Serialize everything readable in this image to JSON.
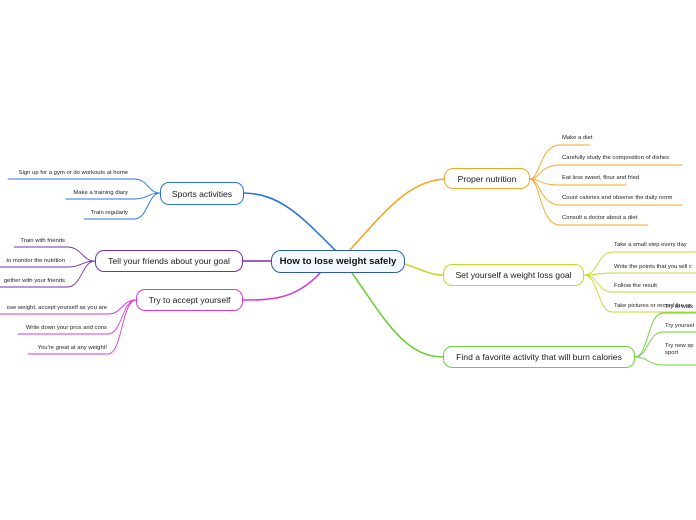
{
  "central": {
    "label": "How to lose weight safely"
  },
  "branches": [
    {
      "label": "Proper nutrition",
      "color": "#f5a623",
      "side": "right",
      "items": [
        "Make a diet",
        "Carefully study the composition of dishes",
        "Eat less sweet, flour and fried",
        "Count calories and observe the daily norm",
        "Consult a doctor about a diet"
      ]
    },
    {
      "label": "Set yourself a weight loss goal",
      "color": "#c8d82a",
      "side": "right",
      "items": [
        "Take a small step every day",
        "Write the points that you will c",
        "Follow the result",
        "Take pictures or record the re"
      ]
    },
    {
      "label": "Find a favorite activity that will burn calories",
      "color": "#6ccf3a",
      "side": "right",
      "items": [
        "Try to walk",
        "Try yoursel",
        "Try new sp\nsport"
      ]
    },
    {
      "label": "Sports activities",
      "color": "#2b73e0",
      "side": "left",
      "items": [
        "Sign up for a gym or do workouts at home",
        "Make a training diary",
        "Train regularly"
      ]
    },
    {
      "label": "Tell your friends about your goal",
      "color": "#7a2db0",
      "side": "left",
      "items": [
        "Train with friends",
        "to monitor the nutrition",
        "gether with your friends"
      ]
    },
    {
      "label": "Try to accept yourself",
      "color": "#d63ad6",
      "side": "left",
      "items": [
        "ose weight, accept yourself as you are",
        "Write down your pros and cons",
        "You're great at any weight!"
      ]
    }
  ]
}
